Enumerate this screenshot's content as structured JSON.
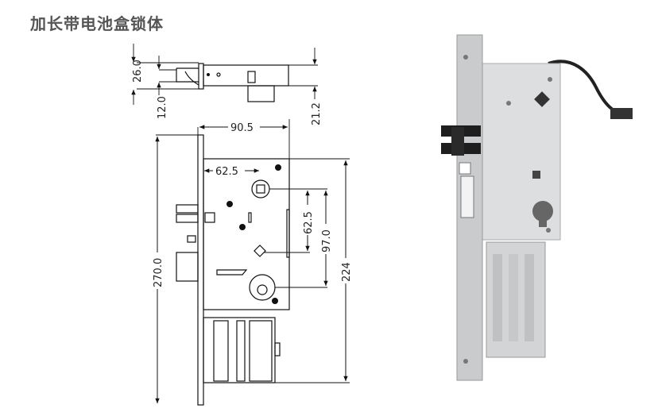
{
  "title": "加长带电池盒锁体",
  "drawing": {
    "top_view_dims": {
      "height": "26.0",
      "bolt_offset": "12.0",
      "depth": "21.2"
    },
    "front_view_dims": {
      "body_width": "90.5",
      "backset": "62.5",
      "handle_to_thumb": "62.5",
      "handle_to_cylinder": "97.0",
      "body_height": "224",
      "faceplate_length": "270.0"
    }
  },
  "photo": {
    "colors": {
      "steel": "#c9cbcc",
      "body": "#dcdedf",
      "latch": "#1e1e1e"
    }
  }
}
